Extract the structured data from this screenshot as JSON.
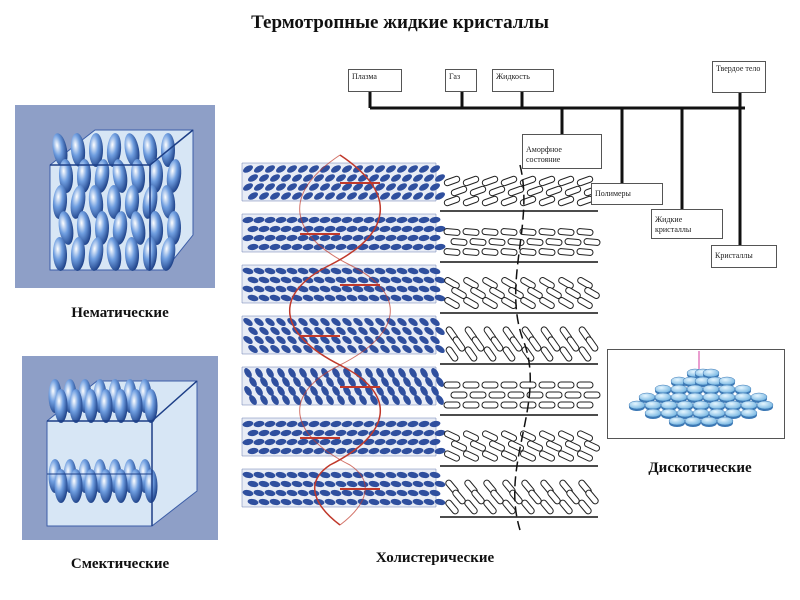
{
  "title": "Термотропные жидкие кристаллы",
  "captions": {
    "nematic": "Нематические",
    "smectic": "Смектические",
    "cholesteric": "Холистерические",
    "discotic": "Дискотические"
  },
  "hierarchy": {
    "top_labels": [
      "Плазма",
      "Газ",
      "Жидкость",
      "Твердое тело"
    ],
    "branch_labels": [
      "Аморфное состояние",
      "Полимеры",
      "Жидкие кристаллы",
      "Кристаллы"
    ]
  },
  "colors": {
    "cube_bg": "#8e9fc7",
    "molecule": "#2f64b8",
    "helix": "#c0392b",
    "disc": "#9fd0f0"
  }
}
